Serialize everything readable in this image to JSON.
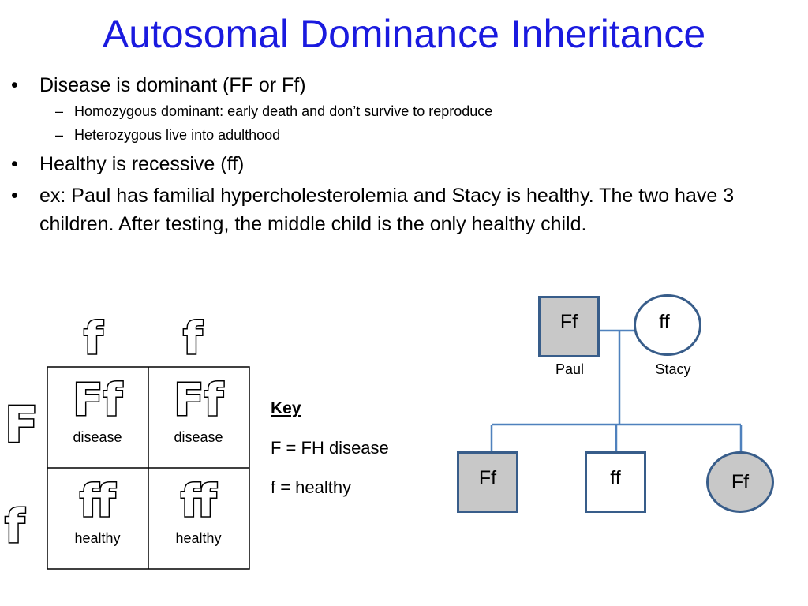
{
  "title": "Autosomal Dominance Inheritance",
  "bullets": {
    "b1": "Disease is dominant (FF or Ff)",
    "b1_sub1": "Homozygous dominant: early death and don’t survive to reproduce",
    "b1_sub2": "Heterozygous live into adulthood",
    "b2": "Healthy is recessive (ff)",
    "b3": "ex: Paul has familial hypercholesterolemia and Stacy is healthy. The two have 3 children. After testing, the middle child is the only healthy child."
  },
  "punnett": {
    "col_headers": [
      "f",
      "f"
    ],
    "row_headers": [
      "F",
      "f"
    ],
    "cells": [
      {
        "genotype": "Ff",
        "label": "disease"
      },
      {
        "genotype": "Ff",
        "label": "disease"
      },
      {
        "genotype": "ff",
        "label": "healthy"
      },
      {
        "genotype": "ff",
        "label": "healthy"
      }
    ]
  },
  "key": {
    "heading": "Key",
    "line1": "F = FH disease",
    "line2": "f = healthy"
  },
  "pedigree": {
    "father": {
      "genotype": "Ff",
      "name": "Paul"
    },
    "mother": {
      "genotype": "ff",
      "name": "Stacy"
    },
    "children": [
      {
        "genotype": "Ff"
      },
      {
        "genotype": "ff"
      },
      {
        "genotype": "Ff"
      }
    ],
    "colors": {
      "affected_fill": "#c8c8c8",
      "line": "#4f81bd",
      "border": "#385d8a"
    }
  }
}
